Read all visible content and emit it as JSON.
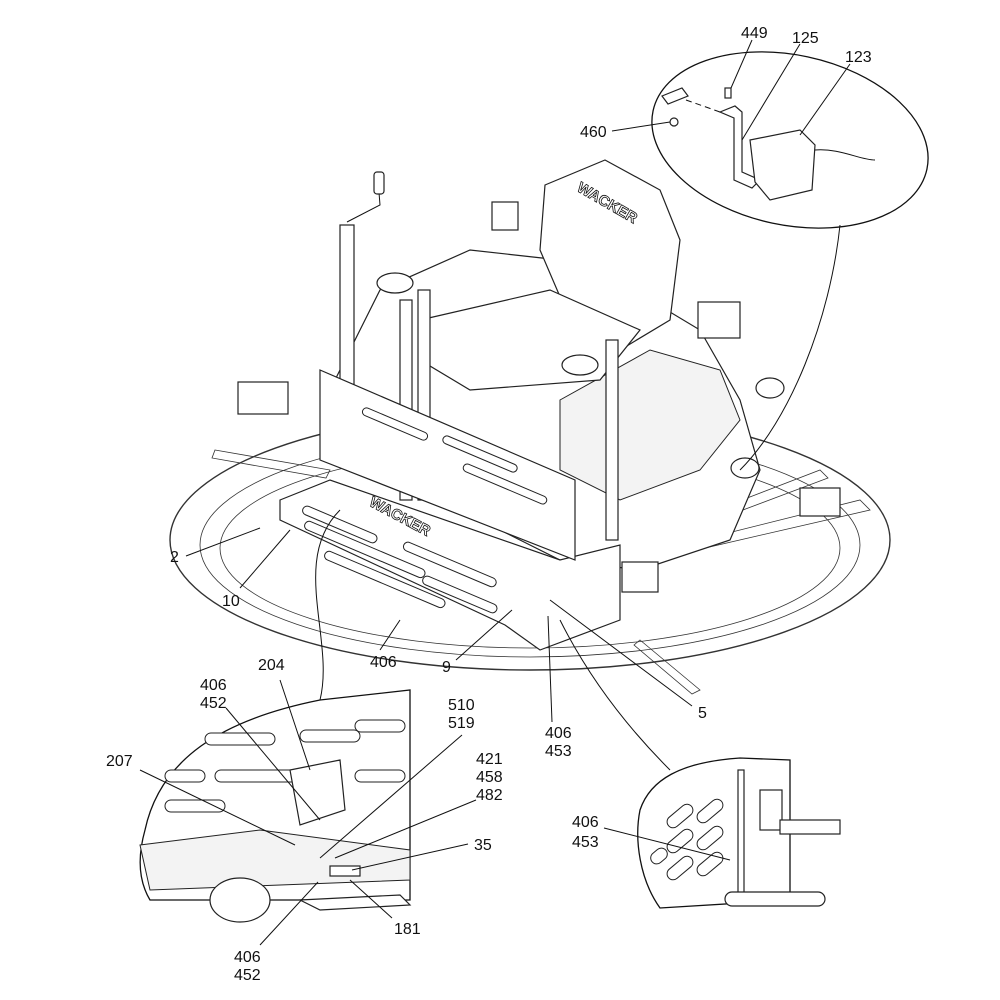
{
  "diagram": {
    "type": "exploded-parts-diagram",
    "subject": "Ride-on power trowel with work lights",
    "brand_marks": [
      "WACKER",
      "WACKER"
    ],
    "callouts": {
      "c449": "449",
      "c125": "125",
      "c123": "123",
      "c460": "460",
      "c2": "2",
      "c10": "10",
      "c406_main": "406",
      "c9": "9",
      "c406_453_a": [
        "406",
        "453"
      ],
      "c5": "5",
      "c204": "204",
      "c406_452_top": [
        "406",
        "452"
      ],
      "c510_519": [
        "510",
        "519"
      ],
      "c207": "207",
      "c421_458_482": [
        "421",
        "458",
        "482"
      ],
      "c35": "35",
      "c181": "181",
      "c406_452_bottom": [
        "406",
        "452"
      ],
      "c406_453_b": [
        "406",
        "453"
      ]
    },
    "detail_views": [
      {
        "name": "light-bracket-detail",
        "parts": [
          "449",
          "125",
          "123",
          "460"
        ]
      },
      {
        "name": "front-guard-detail-left",
        "parts": [
          "204",
          "406",
          "452",
          "510",
          "519",
          "207",
          "421",
          "458",
          "482",
          "35",
          "181"
        ]
      },
      {
        "name": "front-guard-detail-right",
        "parts": [
          "406",
          "453"
        ]
      }
    ]
  }
}
